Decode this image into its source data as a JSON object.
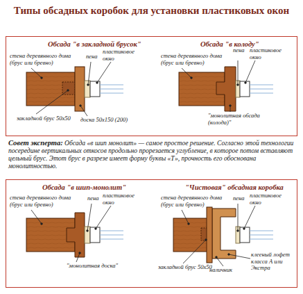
{
  "diagram": {
    "title": "Типы обсадных коробок для установки пластиковых окон",
    "nodes": [
      {
        "text": [
          "Обсада \"в закладной брусок\"",
          "Обсада \"в колоду\""
        ]
      },
      {
        "text": [
          "Обсада \"в шип-монолит\"",
          "\"Чистовая\" обсадная коробка"
        ]
      }
    ],
    "labels": [
      "стена деревянного дома (брус или бревно)",
      "пена",
      "пластиковое окно",
      "закладной брус 50x50",
      "доска 50x150 (200)",
      "стена деревянного дома (брус или бревно)",
      "пена",
      "пластиковое окно",
      "\"монолитная обсада (колода)\"",
      "Совет эксперта:",
      "Обсада «в шип монолит» — самое простое решение. Согласно этой технологии посередине вертикальных откосов продольно прорезается углубление, в которое потом вставляют цельный брус. Этот брус в разрезе имеет форму буквы «Т», прочность его обоснована монолитностью.",
      "стена деревянного дома (брус или бревно)",
      "пена",
      "пластиковое окно",
      "\"монолитная доска\"",
      "стена деревянного дома (брус или бревно)",
      "пена",
      "пластиковое окно",
      "закладной брус 50x50",
      "наличник",
      "клееный лофет класса А или Экстра"
    ]
  }
}
